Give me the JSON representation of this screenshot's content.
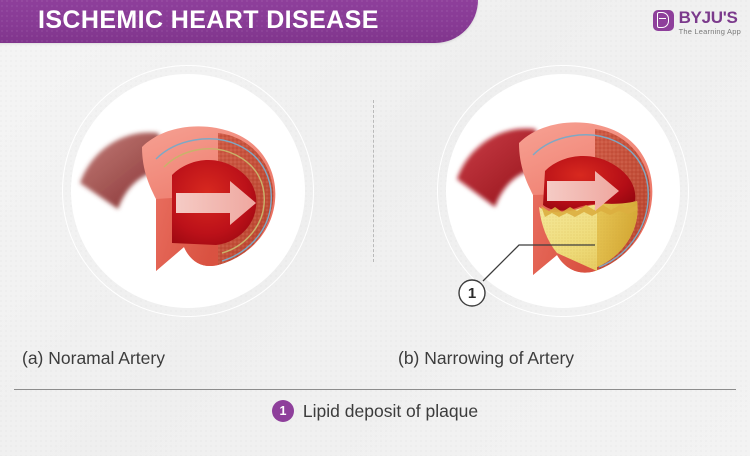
{
  "header": {
    "title": "ISCHEMIC HEART DISEASE",
    "banner_color": "#8e3f9b"
  },
  "logo": {
    "wordmark": "BYJU'S",
    "tagline": "The Learning App",
    "mark_icon": "byjus-b-logo-icon",
    "mark_color": "#8e3f9b",
    "wordmark_color": "#7b3a8c"
  },
  "panels": [
    {
      "id": "normal",
      "caption": "(a) Noramal Artery",
      "illustration": "normal-artery-cross-section-illustration",
      "colors": {
        "outer_wall": "#ef7d6e",
        "wall_shade": "#e2604f",
        "muscle_texture": "#c9523f",
        "lumen_blood": "#b40d16",
        "lumen_blood_light": "#d42a20",
        "inlet_tube": "#8f3030",
        "flow_arrow": "#f0a9a2",
        "membrane_line": "#7fa8c4",
        "elastic_line": "#c8b36a"
      },
      "flow_arrow": "rightward-blood-flow-arrow"
    },
    {
      "id": "narrowed",
      "caption": "(b) Narrowing of Artery",
      "illustration": "narrowed-artery-with-plaque-illustration",
      "colors": {
        "outer_wall": "#ef7d6e",
        "wall_shade": "#e2604f",
        "muscle_texture": "#c9523f",
        "lumen_blood": "#b40d16",
        "lumen_blood_light": "#d42a20",
        "inlet_tube": "#8f3030",
        "flow_arrow": "#f0a9a2",
        "plaque_light": "#f0e07e",
        "plaque_face": "#e2bc4a",
        "plaque_crust": "#d8a93c",
        "membrane_line": "#7fa8c4"
      },
      "callout": {
        "number": "1",
        "target": "lipid-plaque-deposit"
      },
      "flow_arrow": "restricted-blood-flow-arrow"
    }
  ],
  "legend": {
    "badge_number": "1",
    "label": "Lipid deposit of plaque",
    "badge_color": "#8e3f9b"
  }
}
